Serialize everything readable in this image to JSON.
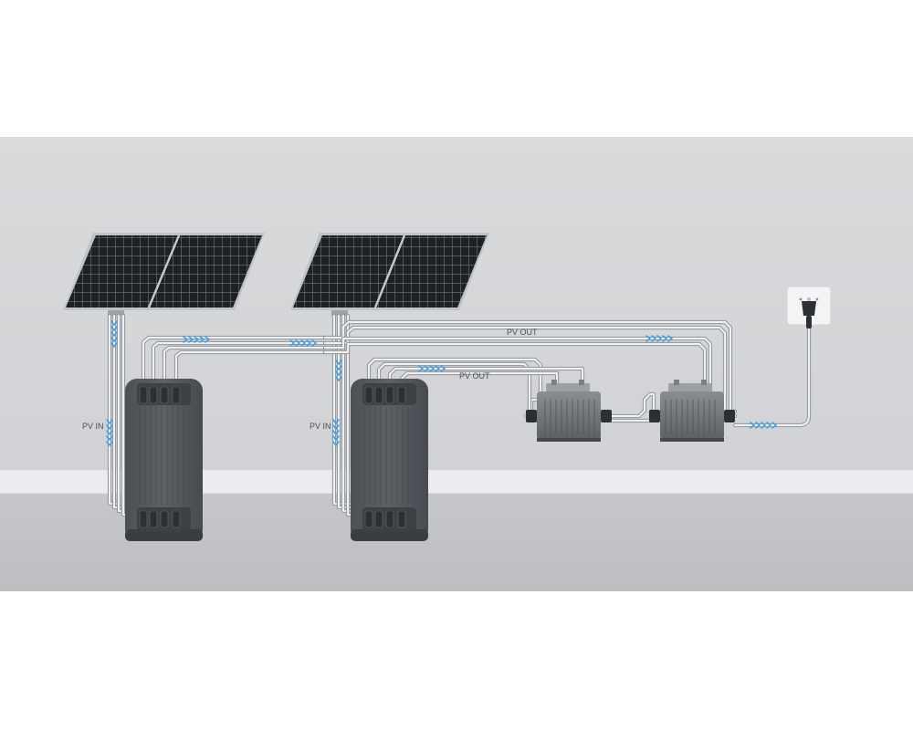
{
  "labels": {
    "pv_out_top": "PV OUT",
    "pv_out_mid": "PV OUT",
    "pv_in_left": "PV IN",
    "pv_in_right": "PV IN"
  },
  "icons": {
    "solar_panel": "solar-panel-icon",
    "battery": "battery-station-icon",
    "inverter": "micro-inverter-icon",
    "outlet": "wall-socket-icon",
    "flow": "flow-arrow-icon"
  },
  "colors": {
    "wall": "#d8d9dc",
    "floor": "#c2c3c6",
    "baseboard": "#ececee",
    "panel": "#1e2126",
    "battery": "#54585d",
    "cable": "#8f9398",
    "flow_arrow": "#3e9ee6"
  }
}
